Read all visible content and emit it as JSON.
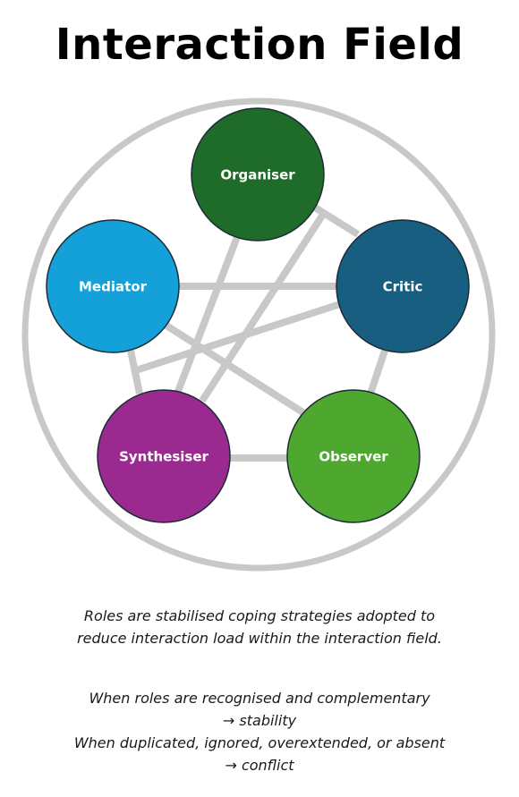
{
  "title": "Interaction Field",
  "colors": {
    "field_ring": "#c8c8c8",
    "connector": "#c8c8c8",
    "text_dark": "#1a1a1a"
  },
  "roles": [
    {
      "id": "organiser",
      "label": "Organiser",
      "color": "#1f6b2a"
    },
    {
      "id": "critic",
      "label": "Critic",
      "color": "#175e80"
    },
    {
      "id": "observer",
      "label": "Observer",
      "color": "#4ea72e"
    },
    {
      "id": "synthesiser",
      "label": "Synthesiser",
      "color": "#9a2a8f"
    },
    {
      "id": "mediator",
      "label": "Mediator",
      "color": "#14a0d8"
    }
  ],
  "connections": [
    [
      "organiser",
      "critic"
    ],
    [
      "organiser",
      "synthesiser"
    ],
    [
      "organiser",
      "observer"
    ],
    [
      "mediator",
      "critic"
    ],
    [
      "mediator",
      "synthesiser"
    ],
    [
      "mediator",
      "observer"
    ],
    [
      "critic",
      "synthesiser"
    ],
    [
      "critic",
      "observer"
    ],
    [
      "synthesiser",
      "observer"
    ]
  ],
  "caption": {
    "line1": "Roles are stabilised coping strategies adopted to",
    "line2": "reduce interaction load within the interaction field."
  },
  "rules": {
    "recognised": "When roles are recognised and complementary",
    "stability": "→ stability",
    "duplicated": "When duplicated, ignored, overextended,  or absent",
    "conflict": "→ conflict"
  }
}
